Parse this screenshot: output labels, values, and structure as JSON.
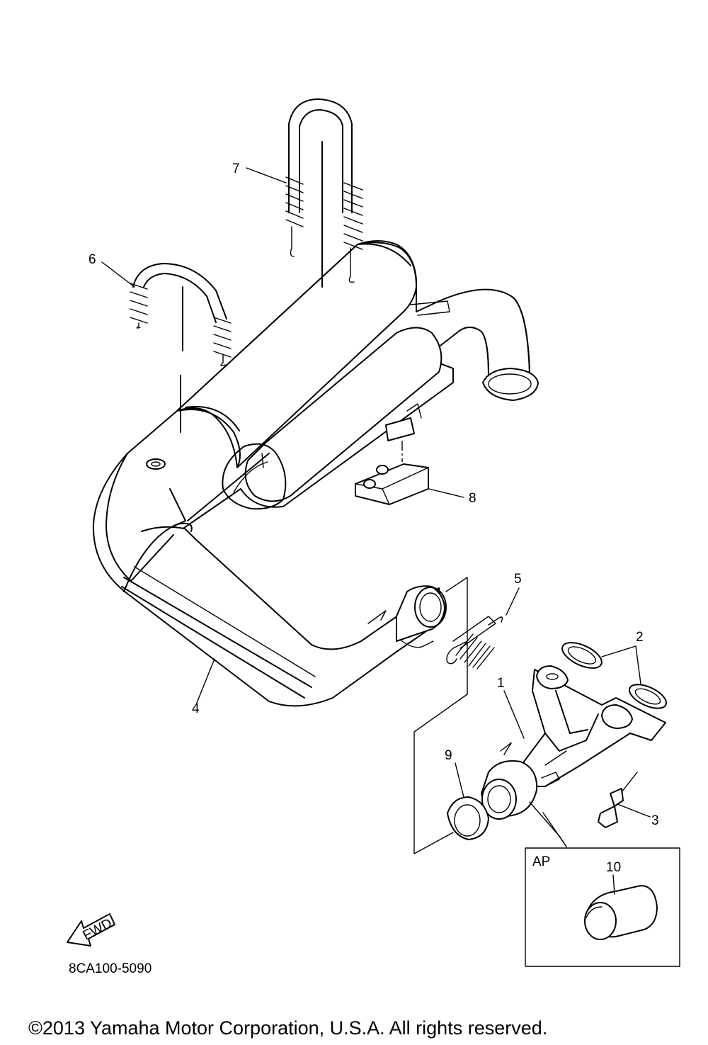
{
  "callouts": {
    "c1": "1",
    "c2": "2",
    "c3": "3",
    "c4": "4",
    "c5": "5",
    "c6": "6",
    "c7": "7",
    "c8": "8",
    "c9": "9",
    "c10": "10"
  },
  "inset": {
    "label": "AP"
  },
  "fwd_arrow": {
    "label": "FWD"
  },
  "diagram_code": "8CA100-5090",
  "copyright": "©2013 Yamaha Motor Corporation, U.S.A. All rights reserved."
}
